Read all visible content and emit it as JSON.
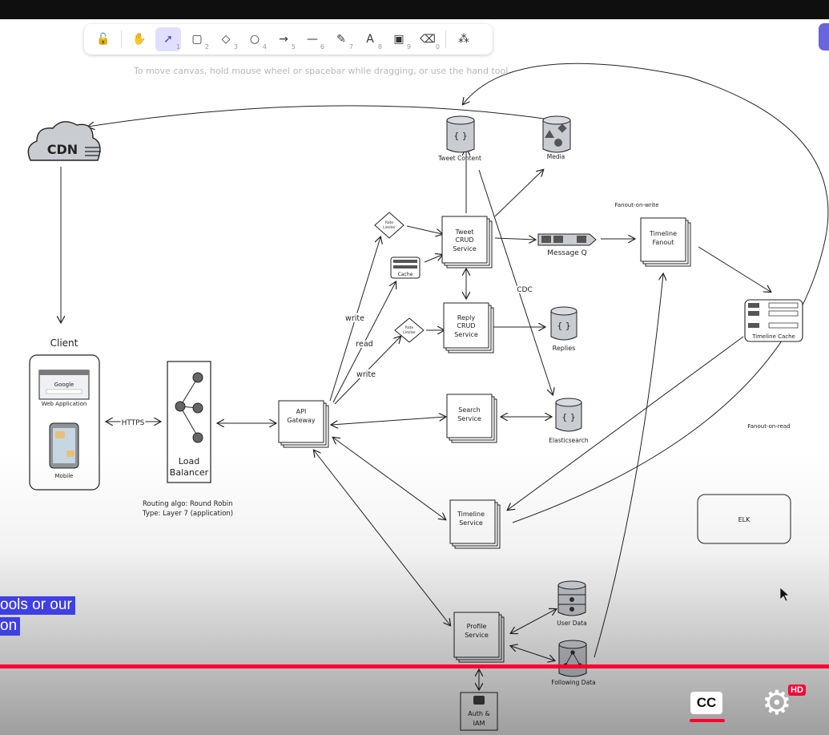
{
  "toolbar": {
    "tools": [
      {
        "name": "lock",
        "glyph": "🔓",
        "num": ""
      },
      {
        "name": "hand",
        "glyph": "✋",
        "num": ""
      },
      {
        "name": "selection",
        "glyph": "➚",
        "num": "1"
      },
      {
        "name": "rectangle",
        "glyph": "▢",
        "num": "2"
      },
      {
        "name": "diamond",
        "glyph": "◇",
        "num": "3"
      },
      {
        "name": "ellipse",
        "glyph": "○",
        "num": "4"
      },
      {
        "name": "arrow",
        "glyph": "→",
        "num": "5"
      },
      {
        "name": "line",
        "glyph": "—",
        "num": "6"
      },
      {
        "name": "draw",
        "glyph": "✎",
        "num": "7"
      },
      {
        "name": "text",
        "glyph": "A",
        "num": "8"
      },
      {
        "name": "image",
        "glyph": "▣",
        "num": "9"
      },
      {
        "name": "eraser",
        "glyph": "⌫",
        "num": "0"
      },
      {
        "name": "more-tools",
        "glyph": "⁂",
        "num": ""
      }
    ],
    "hint": "To move canvas, hold mouse wheel or spacebar while dragging, or use the hand tool"
  },
  "diagram": {
    "cdn": "CDN",
    "client": "Client",
    "web_app": "Web Application",
    "mobile": "Mobile",
    "https": "HTTPS",
    "lb_line1": "Load",
    "lb_line2": "Balancer",
    "routing_line1": "Routing algo: Round Robin",
    "routing_line2": "Type: Layer 7 (application)",
    "api_line1": "API",
    "api_line2": "Gateway",
    "write1": "write",
    "read": "read",
    "write2": "write",
    "rate_limiter_line1": "Rate",
    "rate_limiter_line2": "Limiter",
    "cache": "Cache",
    "tweet_crud_line1": "Tweet",
    "tweet_crud_line2": "CRUD",
    "tweet_crud_line3": "Service",
    "reply_crud_line1": "Reply",
    "reply_crud_line2": "CRUD",
    "reply_crud_line3": "Service",
    "search_line1": "Search",
    "search_line2": "Service",
    "timeline_svc_line1": "Timeline",
    "timeline_svc_line2": "Service",
    "profile_line1": "Profile",
    "profile_line2": "Service",
    "auth_line1": "Auth &",
    "auth_line2": "IAM",
    "tweet_content": "Tweet Content",
    "media": "Media",
    "message_q": "Message Q",
    "fanout_on_write": "Fanout-on-write",
    "timeline_fanout_line1": "Timeline",
    "timeline_fanout_line2": "Fanout",
    "timeline_cache": "Timeline Cache",
    "cdc": "CDC",
    "replies": "Replies",
    "elasticsearch": "Elasticsearch",
    "fanout_on_read": "Fanout-on-read",
    "elk": "ELK",
    "user_data": "User Data",
    "following_data": "Following Data",
    "db_glyph": "{ }",
    "google_logo": "Google"
  },
  "caption": {
    "line1": "ools or our",
    "line2": "on"
  },
  "player": {
    "cc_label": "CC",
    "settings_icon": "⚙",
    "hd_badge": "HD"
  }
}
